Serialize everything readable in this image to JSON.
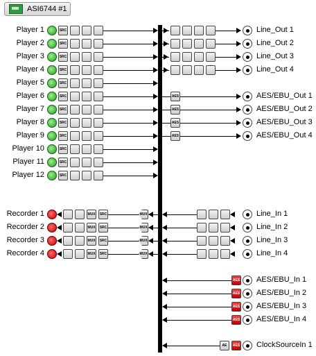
{
  "window": {
    "title": "ASI6744 #1"
  },
  "players": [
    "Player  1",
    "Player  2",
    "Player  3",
    "Player  4",
    "Player  5",
    "Player  6",
    "Player  7",
    "Player  8",
    "Player  9",
    "Player 10",
    "Player 11",
    "Player 12"
  ],
  "line_outs": [
    "Line_Out  1",
    "Line_Out  2",
    "Line_Out  3",
    "Line_Out  4"
  ],
  "aes_outs": [
    "AES/EBU_Out  1",
    "AES/EBU_Out  2",
    "AES/EBU_Out  3",
    "AES/EBU_Out  4"
  ],
  "recorders": [
    "Recorder  1",
    "Recorder  2",
    "Recorder  3",
    "Recorder  4"
  ],
  "line_ins": [
    "Line_In  1",
    "Line_In  2",
    "Line_In  3",
    "Line_In  4"
  ],
  "aes_ins": [
    "AES/EBU_In  1",
    "AES/EBU_In  2",
    "AES/EBU_In  3",
    "AES/EBU_In  4"
  ],
  "clock": "ClockSourceIn  1",
  "block_labels": {
    "src": "SRC",
    "aes": "AES",
    "mux": "MUX",
    "ae": "AE"
  }
}
